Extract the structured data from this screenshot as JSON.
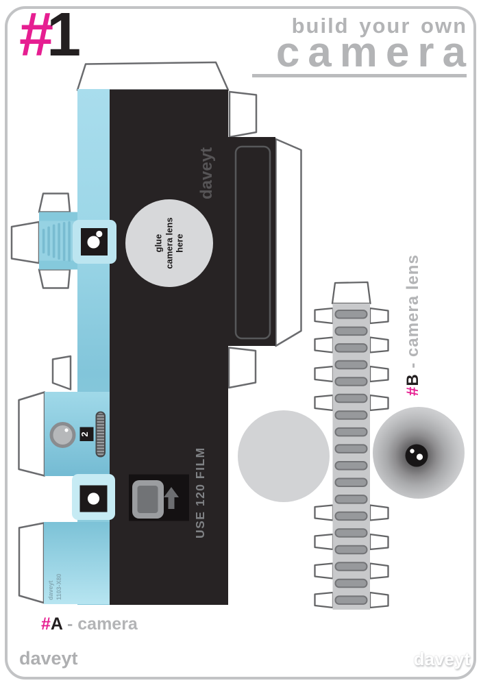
{
  "page": {
    "sheet_number_hash": "#",
    "sheet_number": "1",
    "title_line1": "build your own",
    "title_line2": "camera",
    "footer_left": "daveyt",
    "footer_right": "daveyt"
  },
  "part_a": {
    "label_hash": "#",
    "label_letter": "A",
    "label_rest": " - camera",
    "brand_vertical": "daveyt",
    "glue_note": "glue\ncamera lens\nhere",
    "film_note": "USE 120 FILM",
    "frame_counter": "2",
    "serial": "daveyt\n1103-X80"
  },
  "part_b": {
    "label_hash": "#",
    "label_letter": "B",
    "label_rest": " - camera lens"
  },
  "colors": {
    "accent_magenta": "#e61e91",
    "title_gray": "#b3b4b6",
    "camera_blue": "#9ed8e8",
    "body_black": "#272324",
    "bellows_gray": "#c8c9cb"
  }
}
